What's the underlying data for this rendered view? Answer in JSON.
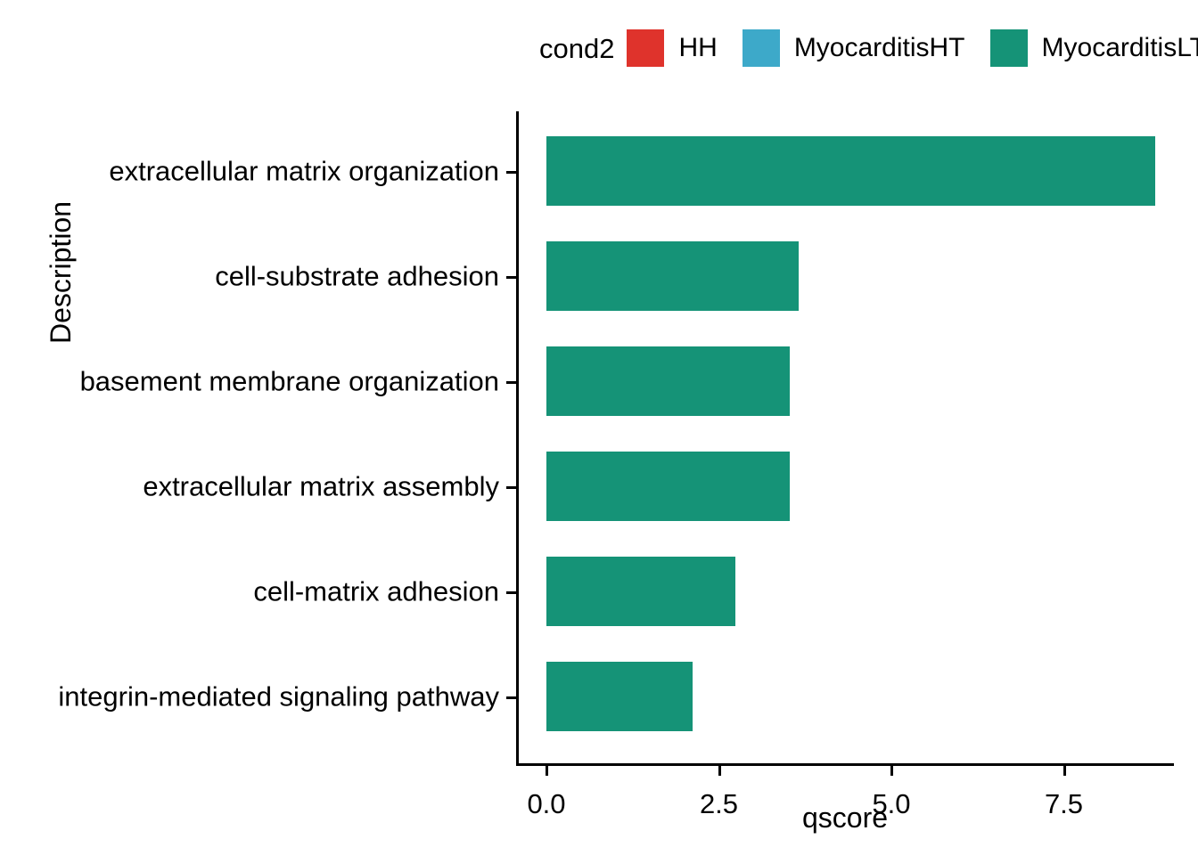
{
  "legend": {
    "title": "cond2",
    "items": [
      {
        "label": "HH",
        "color": "#DF332C"
      },
      {
        "label": "MyocarditisHT",
        "color": "#3DA9C9"
      },
      {
        "label": "MyocarditisLT",
        "color": "#159377"
      }
    ]
  },
  "axes": {
    "xlabel": "qscore",
    "ylabel": "Description"
  },
  "chart_data": {
    "type": "bar",
    "orientation": "horizontal",
    "title": "",
    "xlabel": "qscore",
    "ylabel": "Description",
    "xlim": [
      0,
      9.5
    ],
    "xticks": [
      "0.0",
      "2.5",
      "5.0",
      "7.5"
    ],
    "xtick_values": [
      0.0,
      2.5,
      5.0,
      7.5
    ],
    "grid": false,
    "legend_title": "cond2",
    "legend_position": "top",
    "legend_entries": [
      "HH",
      "MyocarditisHT",
      "MyocarditisLT"
    ],
    "series_name": "MyocarditisLT",
    "series_color": "#159377",
    "categories": [
      "extracellular matrix organization",
      "cell-substrate adhesion",
      "basement membrane organization",
      "extracellular matrix assembly",
      "cell-matrix adhesion",
      "integrin-mediated signaling pathway"
    ],
    "values": [
      8.82,
      3.66,
      3.53,
      3.53,
      2.74,
      2.12
    ]
  }
}
